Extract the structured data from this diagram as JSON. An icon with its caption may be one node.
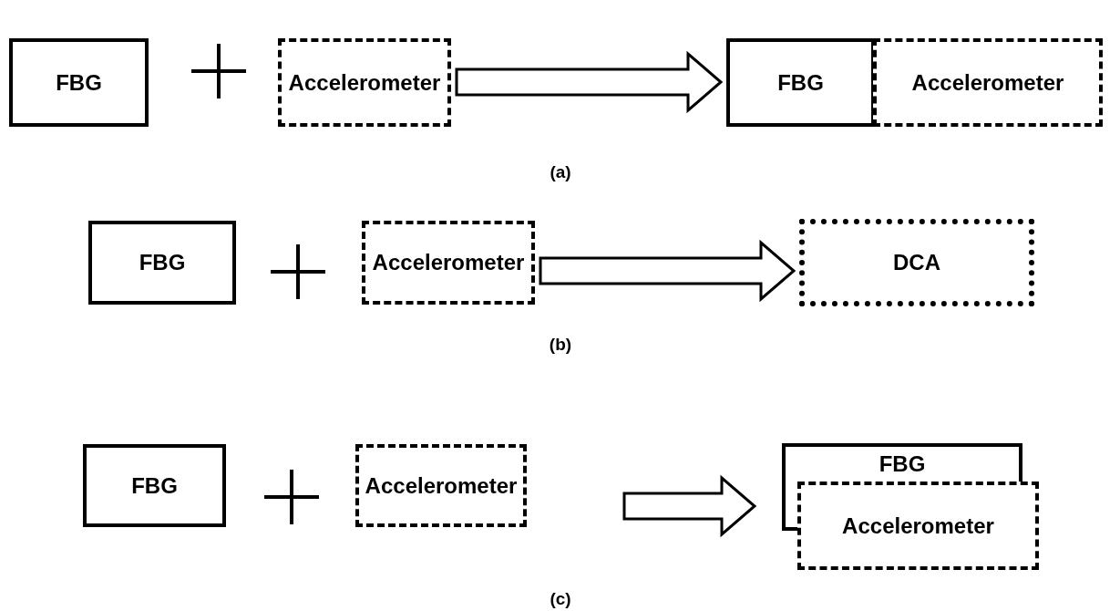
{
  "diagram": {
    "nodes": [
      {
        "text": [
          "FBG"
        ]
      },
      {
        "text": [
          "Accelerometer"
        ]
      },
      {
        "text": [
          "FBG"
        ]
      },
      {
        "text": [
          "Accelerometer"
        ]
      },
      {
        "text": [
          "FBG"
        ]
      },
      {
        "text": [
          "Accelerometer"
        ]
      },
      {
        "text": [
          "DCA"
        ]
      },
      {
        "text": [
          "FBG"
        ]
      },
      {
        "text": [
          "Accelerometer"
        ]
      },
      {
        "text": [
          "FBG"
        ]
      },
      {
        "text": [
          "Accelerometer"
        ]
      }
    ],
    "edges": [
      {
        "from": 1,
        "to": 2,
        "arrow": "to"
      },
      {
        "from": 5,
        "to": 6,
        "arrow": "to"
      },
      {
        "from": 8,
        "to": 9,
        "arrow": "to"
      }
    ],
    "labels": [
      "(a)",
      "(b)",
      "(c)"
    ]
  }
}
